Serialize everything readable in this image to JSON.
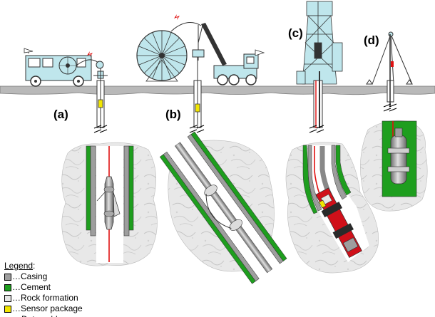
{
  "panels": [
    {
      "label": "(a)"
    },
    {
      "label": "(b)"
    },
    {
      "label": "(c)"
    },
    {
      "label": "(d)"
    }
  ],
  "legend": {
    "title": "Legend",
    "items": [
      {
        "prefix": "…",
        "label": "Casing",
        "color": "#9e9e9e",
        "shape": "box"
      },
      {
        "prefix": "…",
        "label": "Cement",
        "color": "#1e9e1e",
        "shape": "box"
      },
      {
        "prefix": "…",
        "label": "Rock formation",
        "color": "#e6e6e6",
        "shape": "box"
      },
      {
        "prefix": "…",
        "label": "Sensor package",
        "color": "#f2e600",
        "shape": "box"
      },
      {
        "prefix": "…",
        "label": "Data cable",
        "color": "#e01010",
        "shape": "line"
      }
    ]
  },
  "colors": {
    "ground": "#b9b9b9",
    "equipment": "#bfe6ec",
    "casing": "#9e9e9e",
    "cement": "#1e9e1e",
    "rock": "#e6e6e6",
    "sensor": "#f2e600",
    "cable": "#e01010",
    "tool_red": "#d0101a"
  }
}
